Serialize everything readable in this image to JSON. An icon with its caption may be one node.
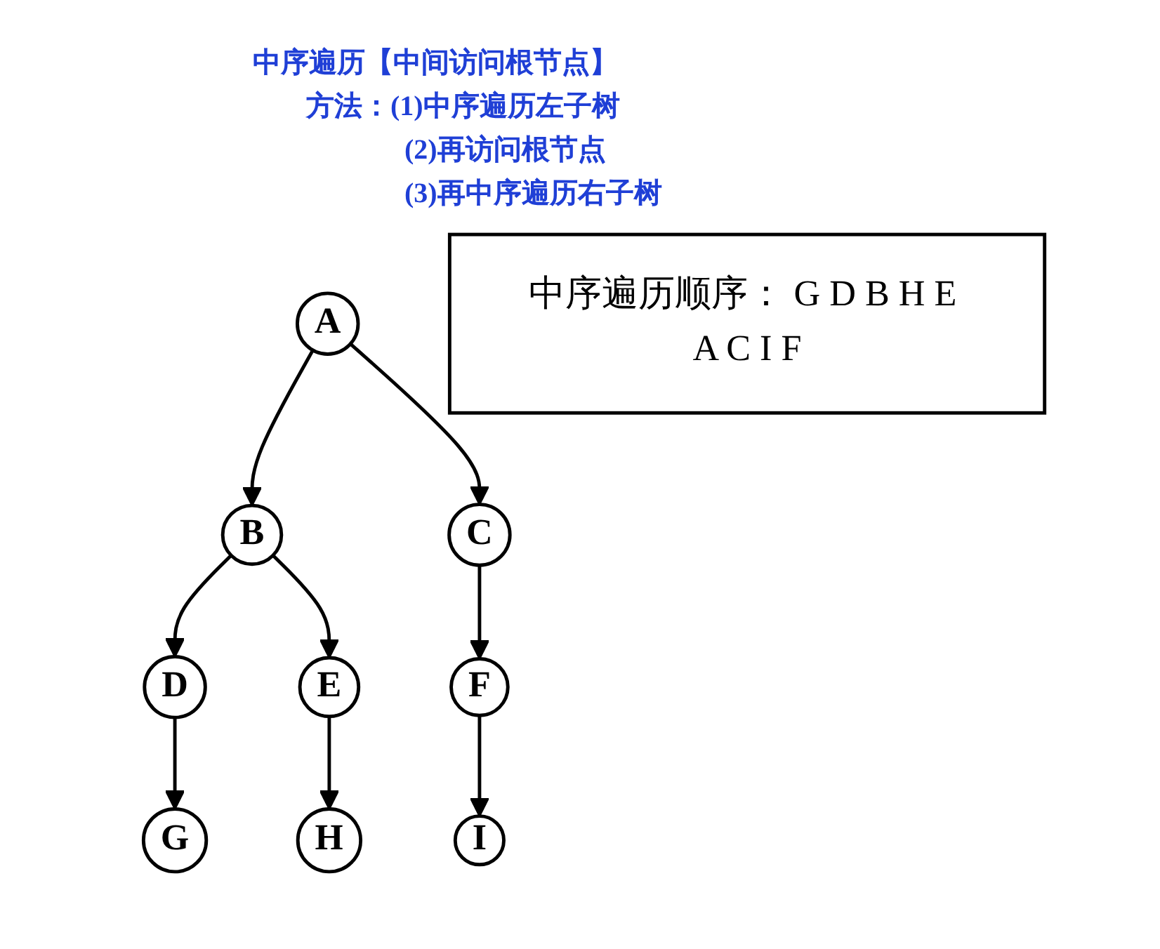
{
  "diagram": {
    "nodes": [
      {
        "text": [
          "A"
        ]
      },
      {
        "text": [
          "B"
        ]
      },
      {
        "text": [
          "C"
        ]
      },
      {
        "text": [
          "D"
        ]
      },
      {
        "text": [
          "E"
        ]
      },
      {
        "text": [
          "F"
        ]
      },
      {
        "text": [
          "G"
        ]
      },
      {
        "text": [
          "H"
        ]
      },
      {
        "text": [
          "I"
        ]
      },
      {
        "text": [
          "中序遍历顺序： G D B H E A C I F"
        ]
      }
    ],
    "edges": [
      {
        "from": 0,
        "to": 1,
        "arrow": "to"
      },
      {
        "from": 0,
        "to": 2,
        "arrow": "to"
      },
      {
        "from": 1,
        "to": 3,
        "arrow": "to"
      },
      {
        "from": 1,
        "to": 4,
        "arrow": "to"
      },
      {
        "from": 2,
        "to": 5,
        "arrow": "to"
      },
      {
        "from": 3,
        "to": 6,
        "arrow": "to"
      },
      {
        "from": 4,
        "to": 7,
        "arrow": "to"
      },
      {
        "from": 5,
        "to": 8,
        "arrow": "to"
      }
    ],
    "labels": [
      "中序遍历【中间访问根节点】",
      "方法：(1)中序遍历左子树",
      "(2)再访问根节点",
      "(3)再中序遍历右子树"
    ]
  }
}
